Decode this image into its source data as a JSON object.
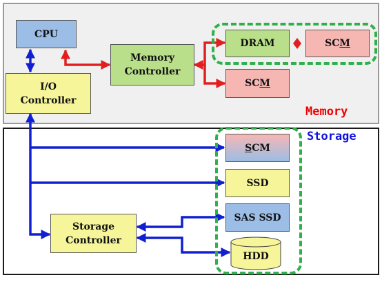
{
  "nodes": {
    "cpu": "CPU",
    "io_controller_line1": "I/O",
    "io_controller_line2": "Controller",
    "memory_controller_line1": "Memory",
    "memory_controller_line2": "Controller",
    "dram": "DRAM",
    "scm_memory_right_pre": "SC",
    "scm_memory_right_u": "M",
    "scm_memory_lower_pre": "SC",
    "scm_memory_lower_u": "M",
    "scm_storage_u": "S",
    "scm_storage_post": "CM",
    "ssd": "SSD",
    "sas_ssd": "SAS SSD",
    "hdd": "HDD",
    "storage_controller_line1": "Storage",
    "storage_controller_line2": "Controller"
  },
  "labels": {
    "memory": "Memory",
    "storage": "Storage"
  },
  "colors": {
    "memory_label": "#f00000",
    "storage_label": "#1010e0",
    "memory_bus": "#e02020",
    "io_bus": "#1020d0",
    "dashed_group": "#2fb04a"
  }
}
